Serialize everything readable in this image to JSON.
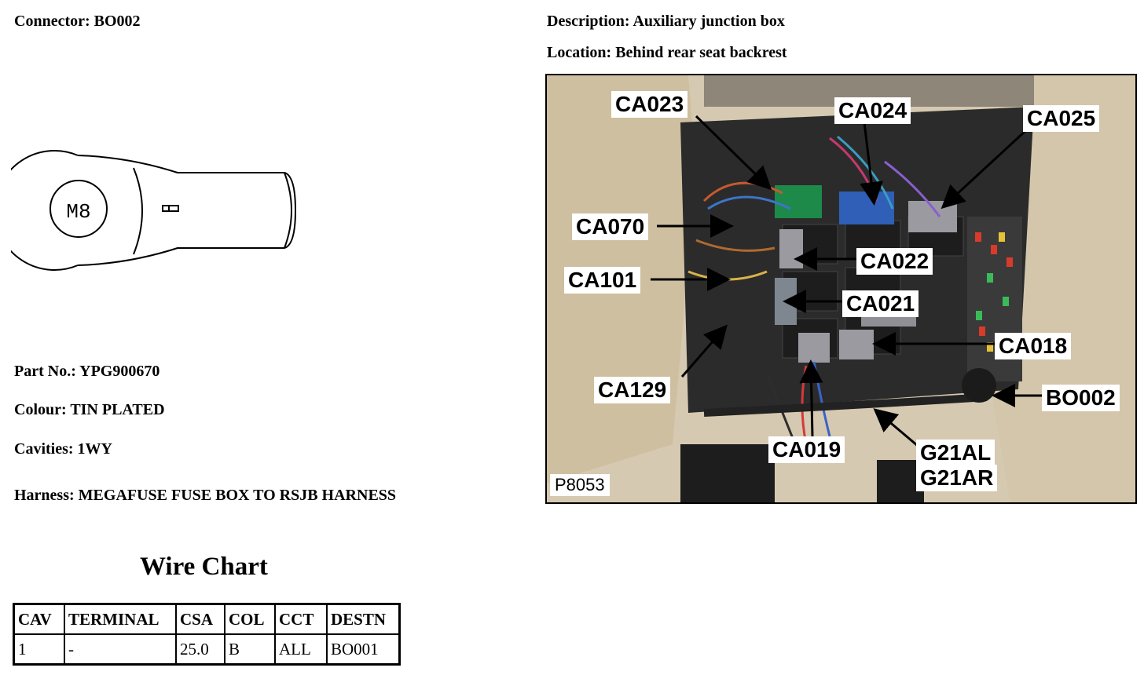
{
  "connector": {
    "label": "Connector:",
    "value": "BO002"
  },
  "description": {
    "label": "Description:",
    "value": "Auxiliary junction box"
  },
  "location": {
    "label": "Location:",
    "value": "Behind rear seat backrest"
  },
  "terminal_drawing": {
    "stud_label": "M8"
  },
  "part_no": {
    "label": "Part No.:",
    "value": "YPG900670"
  },
  "colour": {
    "label": "Colour:",
    "value": "TIN PLATED"
  },
  "cavities": {
    "label": "Cavities:",
    "value": "1WY"
  },
  "harness": {
    "label": "Harness:",
    "value": "MEGAFUSE FUSE BOX TO RSJB HARNESS"
  },
  "wire_chart": {
    "title": "Wire Chart",
    "headers": [
      "CAV",
      "TERMINAL",
      "CSA",
      "COL",
      "CCT",
      "DESTN"
    ],
    "rows": [
      [
        "1",
        "-",
        "25.0",
        "B",
        "ALL",
        "BO001"
      ]
    ]
  },
  "photo": {
    "id": "P8053",
    "callouts": [
      "CA023",
      "CA024",
      "CA025",
      "CA070",
      "CA022",
      "CA101",
      "CA021",
      "CA018",
      "CA129",
      "BO002",
      "CA019",
      "G21AL",
      "G21AR"
    ]
  }
}
